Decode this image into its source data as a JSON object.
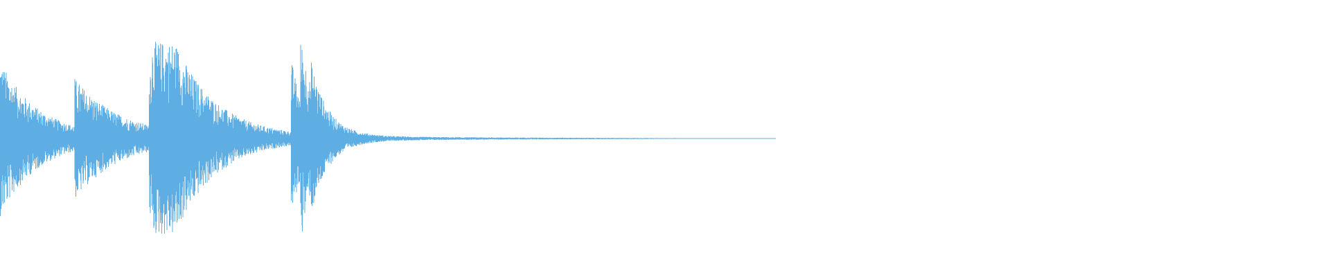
{
  "waveform": {
    "color": "#5faee3",
    "background": "#ffffff",
    "duration_fraction_with_signal": 0.59,
    "transients": [
      {
        "position": 0.0,
        "amplitude": 0.78,
        "decay": 0.028
      },
      {
        "position": 0.056,
        "amplitude": 0.5,
        "decay": 0.035
      },
      {
        "position": 0.112,
        "amplitude": 0.7,
        "decay": 0.03
      },
      {
        "position": 0.114,
        "amplitude": 1.0,
        "decay": 0.03
      },
      {
        "position": 0.219,
        "amplitude": 0.75,
        "decay": 0.01
      },
      {
        "position": 0.226,
        "amplitude": 0.65,
        "decay": 0.012
      },
      {
        "position": 0.234,
        "amplitude": 0.25,
        "decay": 0.015
      }
    ]
  }
}
